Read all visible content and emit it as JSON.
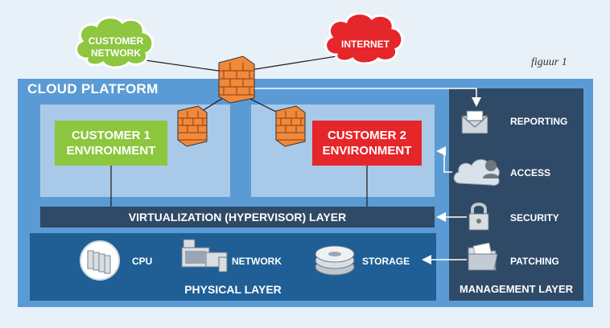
{
  "figure_caption": "figuur 1",
  "clouds": {
    "customer_network": "CUSTOMER NETWORK",
    "internet": "INTERNET"
  },
  "platform": {
    "title": "CLOUD PLATFORM",
    "customer1": "CUSTOMER 1 ENVIRONMENT",
    "customer2": "CUSTOMER 2 ENVIRONMENT",
    "virtualization": "VIRTUALIZATION (HYPERVISOR) LAYER",
    "physical": {
      "title": "PHYSICAL LAYER",
      "cpu": "CPU",
      "network": "NETWORK",
      "storage": "STORAGE"
    }
  },
  "management": {
    "title": "MANAGEMENT LAYER",
    "reporting": "REPORTING",
    "access": "ACCESS",
    "security": "SECURITY",
    "patching": "PATCHING"
  },
  "colors": {
    "green": "#8dc63f",
    "red": "#e5262a",
    "platform_blue": "#5b9bd5",
    "dark_navy": "#2e4a66",
    "firewall_orange": "#f0893a"
  }
}
